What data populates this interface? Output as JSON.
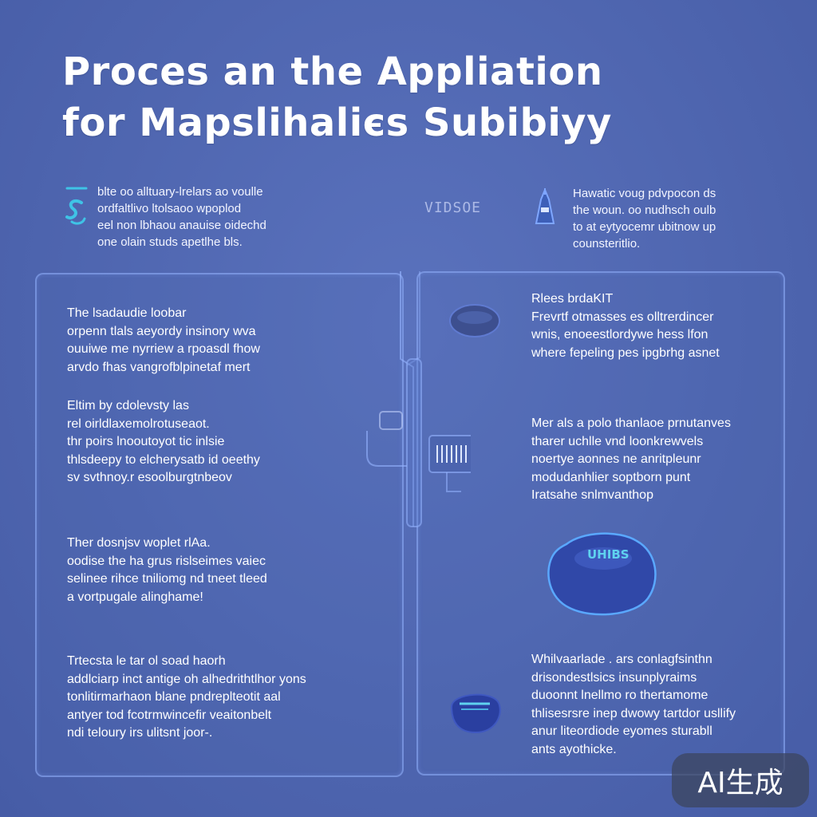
{
  "title": {
    "line1": "Proces  an the Appliation",
    "line2": "for Mapslihaliєs Subibiyy"
  },
  "intro_left": {
    "lines": [
      "blte oo alltuary-lrelars ao voulle",
      "ordfaltlivo ltolsaoo wpoplod",
      "eel non lbhaou anauise oidechd",
      "one olain studs apetlhe bls."
    ]
  },
  "center_label": "VIDSOE",
  "intro_right": {
    "lines": [
      "Hawatic voug pdvpocon ds",
      "the woun. oo nudhsch oulb",
      "to at  eytyocemr ubitnow up",
      "counsteritlio."
    ]
  },
  "left_panel": {
    "blocks": [
      {
        "lines": [
          "The lsadaudie loobar",
          "orpenn tlals aeyordy insinory wva",
          "ouuiwe me nyrriew a rpoasdl fhow",
          "arvdo fhas vangrofblpinetaf mert"
        ]
      },
      {
        "lines": [
          "Eltim by cdolevsty las",
          "rel oirldlaxemolrotuseaot.",
          "thr poirs lnooutoyot tic inlsie",
          "thlsdeepy to elcherysatb id oeethy",
          "sv svthnoy.r esoolburgtnbeov"
        ]
      },
      {
        "lines": [
          "Ther dosnjsv woplet rlAa.",
          "oodise the ha grus rislseimes vaiec",
          "selinee rihce tniliomg nd tneet tleed",
          "a vortpugale alinghame!"
        ]
      },
      {
        "lines": [
          "Trtecsta le tar ol soad haorh",
          "addlciarp inct antige oh alhedrithtlhor yons",
          "tonlitirmarhaon blane pndreplteotit aal",
          "antyer tod  fcotrmwincefir veaitonbelt",
          "ndi teloury irs ulitsnt joor-."
        ]
      }
    ]
  },
  "right_panel": {
    "blocks": [
      {
        "lines": [
          "Rlees brdaKIT",
          "Frevrtf otmasses es olltrerdincer",
          "wnis, enoeestlordywe hess lfon",
          "where fepeling pes ipgbrhg asnet"
        ]
      },
      {
        "lines": [
          "Mer als a polo thanlaoe prnutanves",
          "tharer uchlle vnd loonkrewvels",
          "noertye aonnes ne anritpleunr",
          "modudanhlier soptborn punt",
          "Iratsahe snlmvanthop"
        ]
      },
      {
        "lines": [
          "Whilvaarlade . ars conlagfsinthn",
          "drisondestlsics insunplyraims",
          "duoonnt lnellmo ro thertamome",
          "thlisesrsre inep dwowy tartdor usllify",
          "anur liteordiode eyomes sturabll",
          "ants ayothicke."
        ]
      }
    ],
    "cloud_label": "UHIBS"
  },
  "badge": {
    "label": "AI生成"
  },
  "colors": {
    "background": "#4f66b0",
    "panel_border": "#96b4ff",
    "accent": "#3fc3e6"
  }
}
